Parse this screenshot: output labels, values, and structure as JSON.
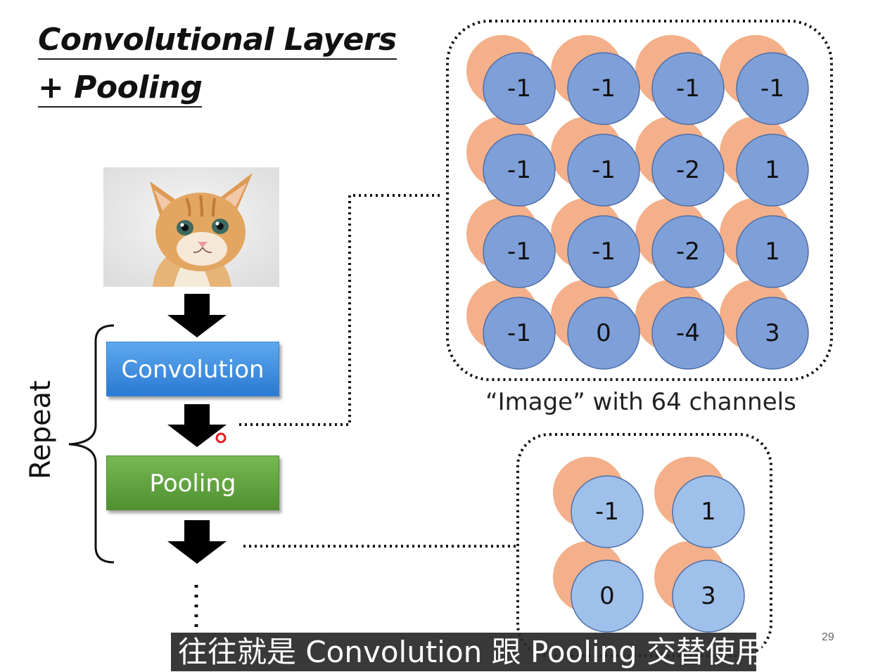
{
  "title": {
    "line1": "Convolutional Layers",
    "line2": "+ Pooling"
  },
  "flow": {
    "convolution_label": "Convolution",
    "pooling_label": "Pooling",
    "repeat_label": "Repeat"
  },
  "feature_map": {
    "caption": "“Image” with 64 channels",
    "values": [
      [
        "-1",
        "-1",
        "-1",
        "-1"
      ],
      [
        "-1",
        "-1",
        "-2",
        "1"
      ],
      [
        "-1",
        "-1",
        "-2",
        "1"
      ],
      [
        "-1",
        "0",
        "-4",
        "3"
      ]
    ]
  },
  "pooled_map": {
    "values": [
      [
        "-1",
        "1"
      ],
      [
        "0",
        "3"
      ]
    ]
  },
  "slide_number": "29",
  "subtitle": "往往就是 Convolution 跟 Pooling 交替使用",
  "colors": {
    "blue_circle": "#7f9fd8",
    "light_blue_circle": "#9fc0ea",
    "orange_circle": "#f4b08a",
    "convolution_box": "#3a8be0",
    "pooling_box": "#5fa33c"
  },
  "icons": {
    "arrow": "down-arrow-icon",
    "cat": "cat-photo"
  }
}
